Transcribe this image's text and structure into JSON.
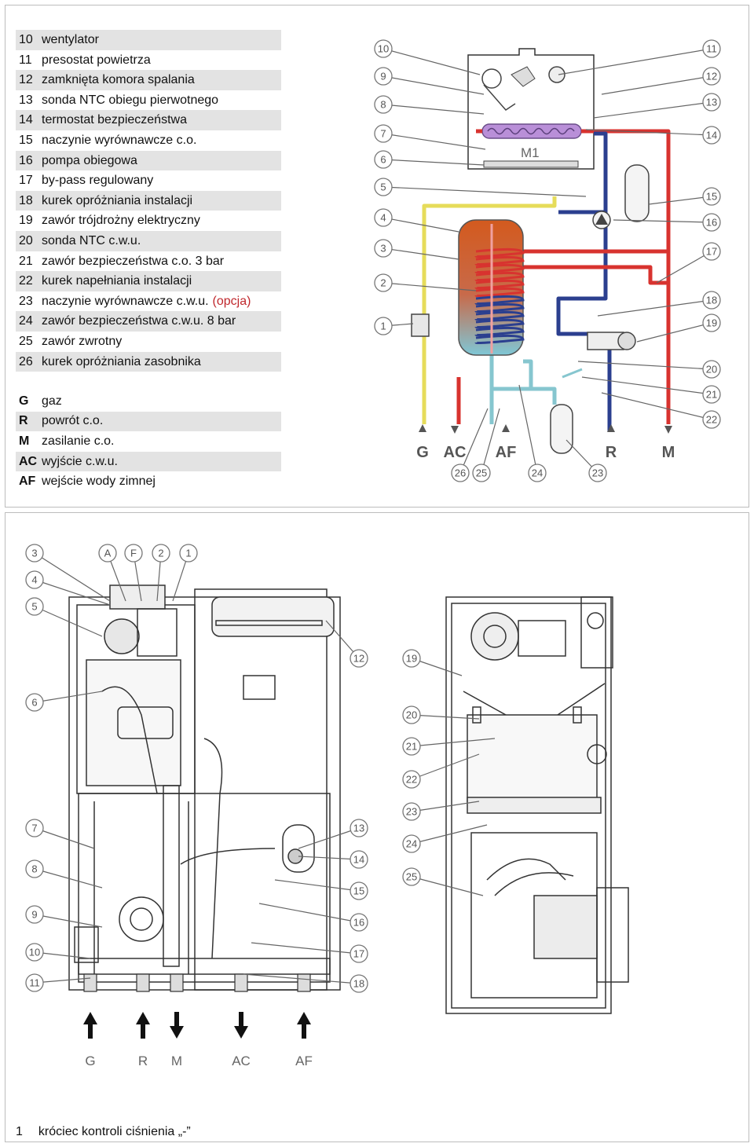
{
  "legend_top": [
    {
      "num": "10",
      "text": "wentylator"
    },
    {
      "num": "11",
      "text": "presostat powietrza"
    },
    {
      "num": "12",
      "text": "zamknięta komora spalania"
    },
    {
      "num": "13",
      "text": "sonda NTC obiegu pierwotnego"
    },
    {
      "num": "14",
      "text": "termostat bezpieczeństwa"
    },
    {
      "num": "15",
      "text": "naczynie wyrównawcze c.o."
    },
    {
      "num": "16",
      "text": "pompa obiegowa"
    },
    {
      "num": "17",
      "text": "by-pass regulowany"
    },
    {
      "num": "18",
      "text": "kurek opróżniania instalacji"
    },
    {
      "num": "19",
      "text": "zawór trójdrożny elektryczny"
    },
    {
      "num": "20",
      "text": "sonda NTC c.w.u."
    },
    {
      "num": "21",
      "text": "zawór bezpieczeństwa c.o. 3 bar"
    },
    {
      "num": "22",
      "text": "kurek napełniania instalacji"
    },
    {
      "num": "23",
      "text": "naczynie wyrównawcze c.w.u.",
      "optional": "(opcja)"
    },
    {
      "num": "24",
      "text": "zawór bezpieczeństwa c.w.u. 8 bar"
    },
    {
      "num": "25",
      "text": "zawór zwrotny"
    },
    {
      "num": "26",
      "text": "kurek opróżniania zasobnika"
    }
  ],
  "legend_connections": [
    {
      "code": "G",
      "text": "gaz"
    },
    {
      "code": "R",
      "text": "powrót c.o."
    },
    {
      "code": "M",
      "text": "zasilanie c.o."
    },
    {
      "code": "AC",
      "text": "wyjście c.w.u."
    },
    {
      "code": "AF",
      "text": "wejście wody zimnej"
    }
  ],
  "schematic": {
    "left_bubbles": [
      "10",
      "9",
      "8",
      "7",
      "6",
      "5",
      "4",
      "3",
      "2",
      "1"
    ],
    "right_bubbles": [
      "11",
      "12",
      "13",
      "14",
      "15",
      "16",
      "17",
      "18",
      "19",
      "20",
      "21",
      "22"
    ],
    "bottom_bubbles": [
      "26",
      "25",
      "24",
      "23"
    ],
    "connections": [
      "G",
      "AC",
      "AF",
      "R",
      "M"
    ],
    "exchanger_label": "M1"
  },
  "front_view": {
    "top_bubbles": [
      "3",
      "A",
      "F",
      "2",
      "1"
    ],
    "left_bubbles": [
      "4",
      "5",
      "6",
      "7",
      "8",
      "9",
      "10",
      "11"
    ],
    "right_bubbles": [
      "12",
      "13",
      "14",
      "15",
      "16",
      "17",
      "18"
    ],
    "connections": [
      "G",
      "R",
      "M",
      "AC",
      "AF"
    ]
  },
  "side_view": {
    "left_bubbles": [
      "19",
      "20",
      "21",
      "22",
      "23",
      "24",
      "25"
    ]
  },
  "caption": {
    "num": "1",
    "text": "króciec kontroli ciśnienia „-”"
  },
  "colors": {
    "hot": "#d8332f",
    "return": "#2b3f8f",
    "gas": "#e6dc5a",
    "dhw_cold": "#86c6cf",
    "tank_top": "#d35a1e",
    "tank_bottom": "#7fc7d6",
    "dhw_out": "#d8332f"
  }
}
